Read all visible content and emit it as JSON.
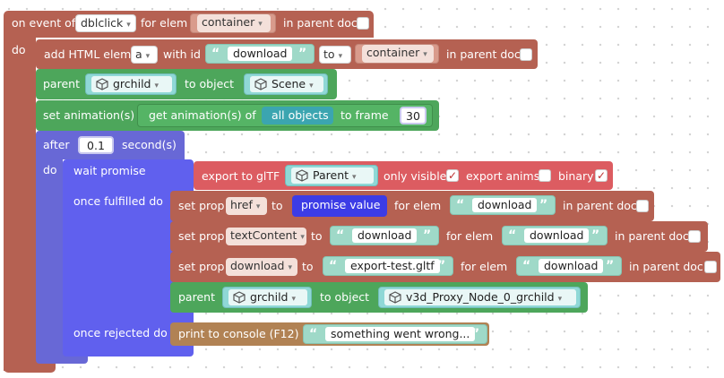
{
  "event_block": {
    "on_event_of": "on event of",
    "event_value": "dblclick",
    "for_elem": "for elem",
    "elem_value": "container",
    "in_parent_doc": "in parent doc",
    "do": "do"
  },
  "add_html": {
    "label": "add HTML elem",
    "tag_value": "a",
    "with_id": "with id",
    "id_value": "download",
    "to_value": "to",
    "target_value": "container",
    "in_parent_doc": "in parent doc"
  },
  "parent1": {
    "label": "parent",
    "child": "grchild",
    "to_object": "to object",
    "object": "Scene"
  },
  "set_anim": {
    "label": "set animation(s)",
    "get_label": "get animation(s) of",
    "all_objects": "all objects",
    "to_frame": "to frame",
    "frame": "30"
  },
  "after_block": {
    "after": "after",
    "seconds_value": "0.1",
    "seconds": "second(s)",
    "do": "do"
  },
  "wait_block": {
    "wait_promise": "wait promise",
    "once_fulfilled": "once fulfilled do",
    "once_rejected": "once rejected do"
  },
  "export_block": {
    "label": "export to glTF",
    "object": "Parent",
    "only_visible": "only visible",
    "only_visible_checked": true,
    "export_anims": "export anims",
    "export_anims_checked": false,
    "binary": "binary",
    "binary_checked": true
  },
  "set_href": {
    "label": "set prop",
    "prop": "href",
    "to": "to",
    "value": "promise value",
    "for_elem": "for elem",
    "elem": "download",
    "in_parent_doc": "in parent doc"
  },
  "set_text": {
    "label": "set prop",
    "prop": "textContent",
    "to": "to",
    "value": "download",
    "for_elem": "for elem",
    "elem": "download",
    "in_parent_doc": "in parent doc"
  },
  "set_download": {
    "label": "set prop",
    "prop": "download",
    "to": "to",
    "value": "export-test.gltf",
    "for_elem": "for elem",
    "elem": "download",
    "in_parent_doc": "in parent doc"
  },
  "parent2": {
    "label": "parent",
    "child": "grchild",
    "to_object": "to object",
    "object": "v3d_Proxy_Node_0_grchild"
  },
  "print_block": {
    "label": "print to console (F12)",
    "value": "something went wrong..."
  },
  "colors": {
    "event_brown": "#b56152",
    "parent_green": "#4da65b",
    "after_purple": "#6868d6",
    "export_red": "#dc5c61",
    "print_tan": "#b18254",
    "string_teal": "#9fd9c8",
    "object_teal": "#8fd8d6",
    "variable_blue": "#3c3ce6"
  }
}
